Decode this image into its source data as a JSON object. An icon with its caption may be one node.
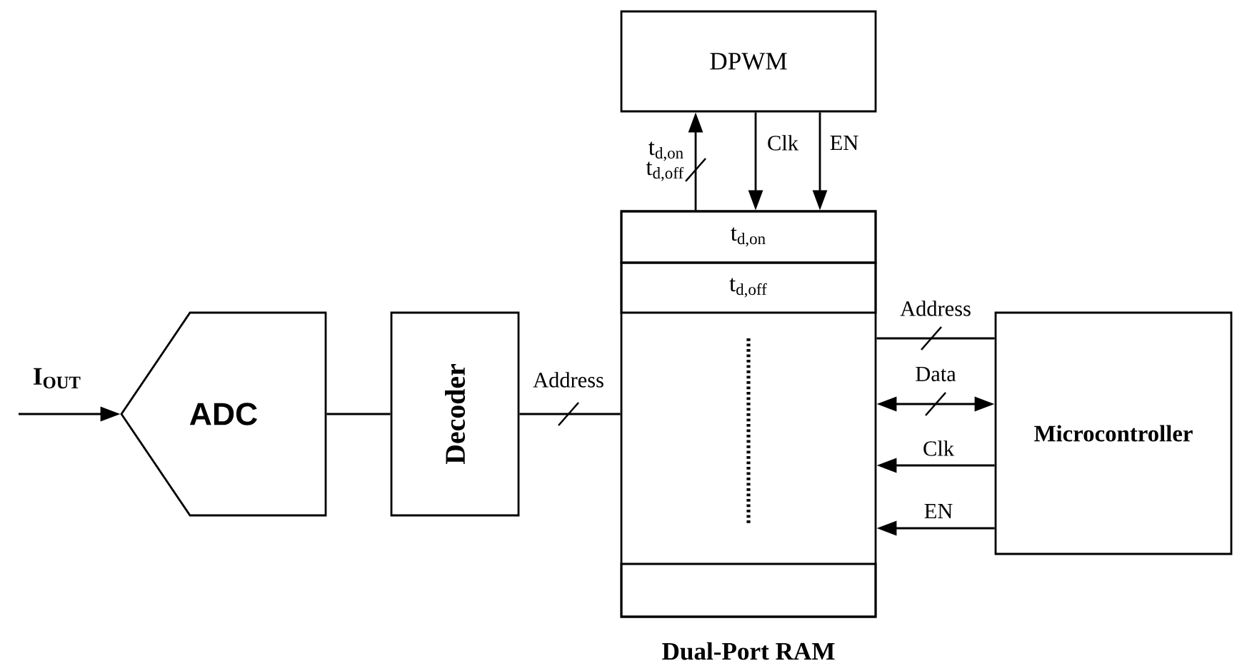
{
  "diagram": {
    "nodes": [
      {
        "text": [
          "ADC"
        ]
      },
      {
        "text": [
          "Decoder"
        ]
      },
      {
        "text": [
          "DPWM"
        ]
      },
      {
        "text": [
          "Dual-Port RAM"
        ]
      },
      {
        "text": [
          "t$_{d,on}$"
        ],
        "in": 3
      },
      {
        "text": [
          "t$_{d,off}$"
        ],
        "in": 3
      },
      {
        "text": [],
        "shape": "box",
        "in": 3
      },
      {
        "text": [
          "Microcontroller"
        ]
      }
    ],
    "edges": [
      {
        "from": null,
        "to": 0,
        "arrow": "to",
        "label": "I$_{OUT}$"
      },
      {
        "from": 0,
        "to": 1,
        "arrow": "none"
      },
      {
        "from": 1,
        "to": 3,
        "arrow": "none",
        "label": "Address"
      },
      {
        "from": 3,
        "to": 2,
        "arrow": "to",
        "label": "t$_{d,on}$ t$_{d,off}$"
      },
      {
        "from": 2,
        "to": 3,
        "arrow": "to",
        "label": "Clk"
      },
      {
        "from": 2,
        "to": 3,
        "arrow": "to",
        "label": "EN"
      },
      {
        "from": 7,
        "to": 3,
        "arrow": "none",
        "label": "Address"
      },
      {
        "from": 3,
        "to": 7,
        "arrow": "both",
        "label": "Data"
      },
      {
        "from": 7,
        "to": 3,
        "arrow": "to",
        "label": "Clk"
      },
      {
        "from": 7,
        "to": 3,
        "arrow": "to",
        "label": "EN"
      }
    ]
  }
}
